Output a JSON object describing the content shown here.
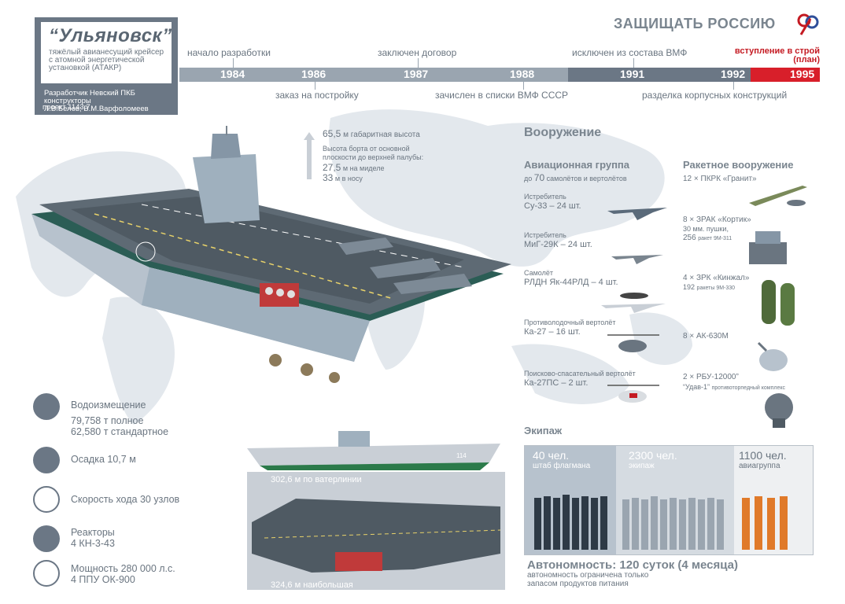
{
  "header": {
    "title": "ЗАЩИЩАТЬ РОССИЮ",
    "colors": {
      "accent_red": "#d81f2a",
      "slate": "#6b7785",
      "light_slate": "#9aa5b0"
    }
  },
  "titlebox": {
    "name": "“Ульяновск”",
    "subtitle": "тяжёлый авианесущий крейсер с атомной энергетической установкой (АТАКР)",
    "developer_line1": "Разработчик  Невский ПКБ",
    "developer_line2": "конструкторы",
    "developer_line3": "Л.В.Белов; В.М.Варфоломеев",
    "project": "проект 1143.7"
  },
  "timeline": {
    "years": [
      "1984",
      "1986",
      "1987",
      "1988",
      "1991",
      "1992",
      "1995"
    ],
    "label_1984": "начало разработки",
    "label_1986": "заказ на постройку",
    "label_1987": "заключен договор",
    "label_1988": "зачислен в списки ВМФ СССР",
    "label_1991": "исключен из состава ВМФ",
    "label_1992": "разделка корпусных конструкций",
    "label_1995_a": "вступление в строй",
    "label_1995_b": "(план)"
  },
  "height": {
    "line1_value": "65,5",
    "line1_text": "м габаритная высота",
    "line2": "Высота борта от основной",
    "line3": "плоскости до верхней палубы:",
    "mid_value": "27,5",
    "mid_text": "м на миделе",
    "bow_value": "33",
    "bow_text": "м в носу"
  },
  "armament": {
    "title": "Вооружение",
    "air_group": {
      "title": "Авиационная группа",
      "subtitle_a": "до",
      "subtitle_num": "70",
      "subtitle_b": "самолётов и вертолётов",
      "items": [
        {
          "type": "Истребитель",
          "name": "Су-33 – 24 шт."
        },
        {
          "type": "Истребитель",
          "name": "МиГ-29К – 24 шт."
        },
        {
          "type": "Самолёт",
          "name": "РЛДН Як-44РЛД – 4 шт."
        },
        {
          "type": "Противолодочный вертолёт",
          "name": "Ка-27 – 16 шт."
        },
        {
          "type": "Поисково-спасательный вертолёт",
          "name": "Ка-27ПС – 2 шт."
        }
      ]
    },
    "missiles": {
      "title": "Ракетное вооружение",
      "granit": "12 × ПКРК «Гранит»",
      "kortik_a": "8 × ЗРАК «Кортик»",
      "kortik_b": "30 мм. пушки,",
      "kortik_c": "256",
      "kortik_d": "ракет 9М-311",
      "kinzhal_a": "4 × ЗРК «Кинжал»",
      "kinzhal_b": "192",
      "kinzhal_c": "ракеты 9М-330",
      "ak": "8 × АК-630М",
      "rbu_a": "2 × РБУ-12000”",
      "rbu_b": "“Удав-1”",
      "rbu_c": "противоторпедный комплекс"
    }
  },
  "specs": {
    "displacement_title": "Водоизмещение",
    "displacement_full": "79,758 т полное",
    "displacement_std": "62,580 т стандартное",
    "draft": "Осадка 10,7 м",
    "speed": "Скорость хода 30 узлов",
    "reactors_a": "Реакторы",
    "reactors_b": "4 КН-3-43",
    "power_a": "Мощность 280 000 л.с.",
    "power_b": "4 ППУ ОК-900"
  },
  "lengths": {
    "waterline": "302,6 м по ватерлинии",
    "max": "324,6 м наибольшая",
    "hull_number": "114"
  },
  "crew": {
    "title": "Экипаж",
    "flag_num": "40 чел.",
    "flag_lab": "штаб флагмана",
    "crew_num": "2300 чел.",
    "crew_lab": "экипаж",
    "air_num": "1100 чел.",
    "air_lab": "авиагруппа"
  },
  "autonomy": {
    "title": "Автономность: 120 суток (4 месяца)",
    "sub_a": "автономность ограничена только",
    "sub_b": "запасом продуктов питания"
  }
}
